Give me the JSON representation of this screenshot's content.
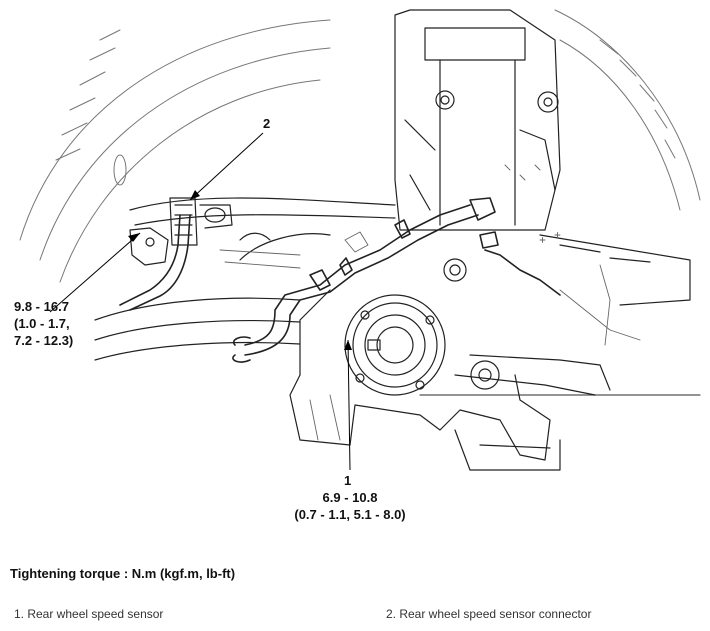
{
  "callouts": {
    "sensor_number": "1",
    "sensor_torque": [
      "6.9 - 10.8",
      "(0.7 - 1.1, 5.1 - 8.0)"
    ],
    "connector_number": "2",
    "bracket_torque": [
      "9.8 - 16.7",
      "(1.0 - 1.7,",
      "7.2 - 12.3)"
    ]
  },
  "torque_heading": "Tightening torque : N.m (kgf.m, lb-ft)",
  "legend": [
    "1. Rear wheel speed sensor",
    "2. Rear wheel speed sensor connector"
  ]
}
